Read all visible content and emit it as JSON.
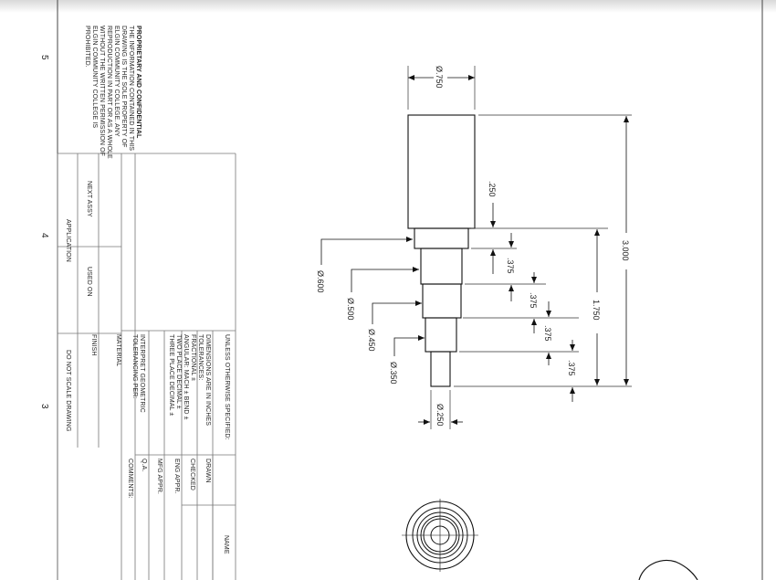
{
  "zones": [
    "5",
    "4",
    "3"
  ],
  "proprietary": {
    "title": "PROPRIETARY AND CONFIDENTIAL",
    "lines": [
      "THE INFORMATION CONTAINED IN THIS",
      "DRAWING IS THE SOLE PROPERTY OF",
      "ELGIN COMMUNITY COLLEGE. ANY",
      "REPRODUCTION IN PART OR AS A WHOLE",
      "WITHOUT THE WRITTEN PERMISSION OF",
      "ELGIN COMMUNITY COLLEGE IS",
      "PROHIBITED."
    ]
  },
  "title_block": {
    "next_assy": "NEXT ASSY",
    "used_on": "USED ON",
    "application": "APPLICATION",
    "do_not_scale": "DO NOT SCALE DRAWING",
    "unless_specified": "UNLESS OTHERWISE SPECIFIED:",
    "tolerance_lines": [
      "DIMENSIONS ARE IN INCHES",
      "TOLERANCES:",
      "FRACTIONAL ±",
      "ANGULAR: MACH ±    BEND ±",
      "TWO PLACE DECIMAL    ±",
      "THREE PLACE DECIMAL  ±"
    ],
    "interpret_lines": [
      "INTERPRET GEOMETRIC",
      "TOLERANCING PER:"
    ],
    "material": "MATERIAL",
    "finish": "FINISH",
    "approvals": [
      "DRAWN",
      "CHECKED",
      "ENG APPR.",
      "MFG APPR.",
      "Q.A.",
      "COMMENTS:"
    ],
    "name_header": "NAME"
  },
  "dimensions": {
    "dia_750": "Ø.750",
    "dia_600": "Ø.600",
    "dia_500": "Ø.500",
    "dia_450": "Ø.450",
    "dia_350": "Ø.350",
    "dia_250": "Ø.250",
    "len_250": ".250",
    "len_375_a": ".375",
    "len_375_b": ".375",
    "len_375_c": ".375",
    "len_375_d": ".375",
    "len_1750": "1.750",
    "len_3000": "3.000"
  }
}
